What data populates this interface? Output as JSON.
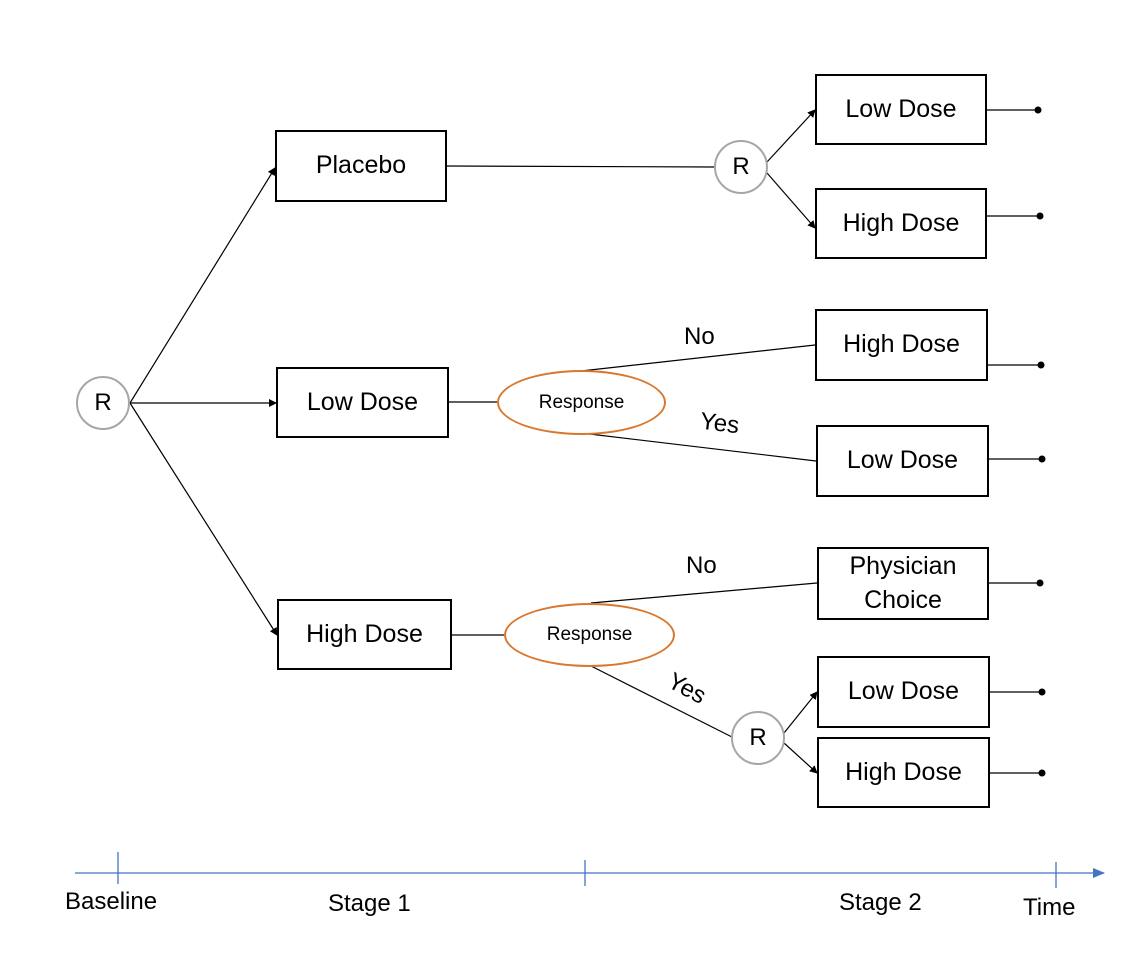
{
  "randomization_symbol": "R",
  "stage1": {
    "arms": [
      "Placebo",
      "Low Dose",
      "High Dose"
    ]
  },
  "response_label": "Response",
  "branch_labels": {
    "no": "No",
    "yes": "Yes"
  },
  "stage2": {
    "placebo_arms": [
      "Low Dose",
      "High Dose"
    ],
    "low_dose_no": "High Dose",
    "low_dose_yes": "Low Dose",
    "high_dose_no": [
      "Physician",
      "Choice"
    ],
    "high_dose_yes_arms": [
      "Low Dose",
      "High Dose"
    ]
  },
  "timeline": {
    "baseline": "Baseline",
    "stage1": "Stage 1",
    "stage2": "Stage 2",
    "time": "Time",
    "color": "#4472c4"
  },
  "colors": {
    "response_border": "#d9772e",
    "randomization_border": "#a6a6a6"
  }
}
